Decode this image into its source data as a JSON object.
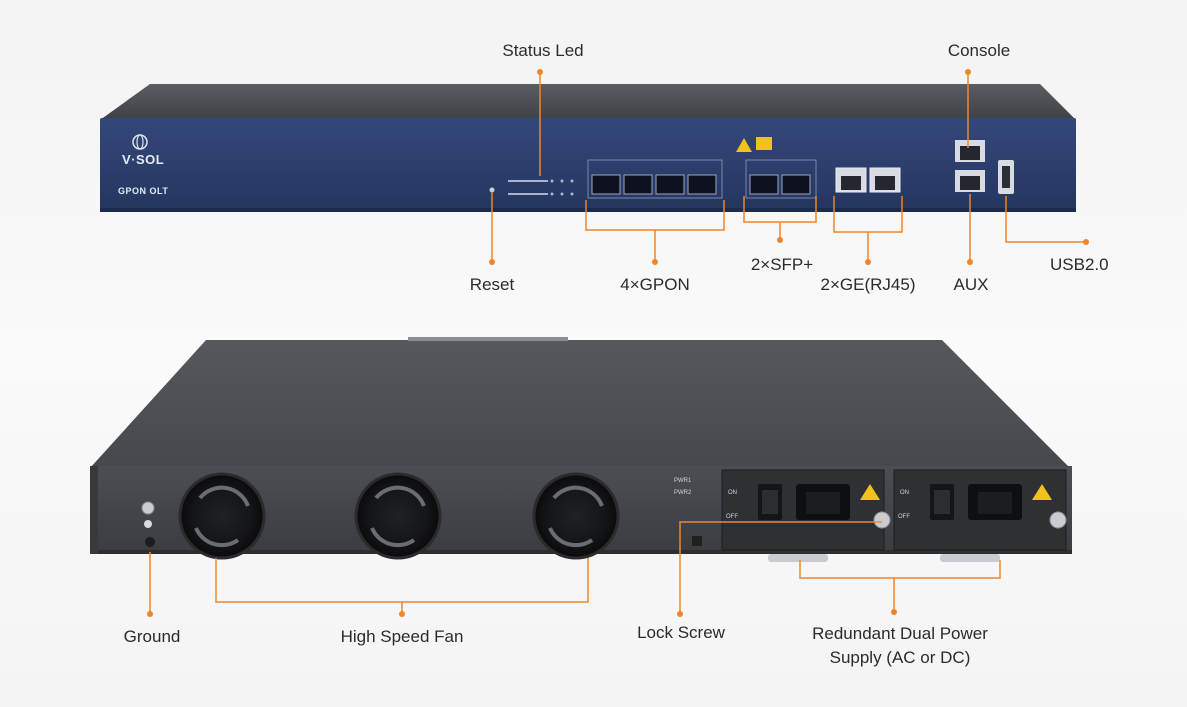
{
  "front_panel": {
    "brand": "V·SOL",
    "model": "GPON OLT"
  },
  "callouts": {
    "status_led": "Status Led",
    "console": "Console",
    "reset": "Reset",
    "gpon": "4×GPON",
    "sfp_plus": "2×SFP+",
    "ge_rj45": "2×GE(RJ45)",
    "aux": "AUX",
    "usb": "USB2.0",
    "ground": "Ground",
    "fan": "High Speed Fan",
    "lock_screw": "Lock Screw",
    "power_supply": "Redundant Dual Power Supply (AC or DC)"
  },
  "rear_panel": {
    "pwr1": "PWR1",
    "pwr2": "PWR2",
    "on": "ON",
    "off": "OFF"
  },
  "colors": {
    "accent": "#f0862a",
    "front_panel": "#2d3f6e",
    "chassis": "#4a4d52"
  }
}
